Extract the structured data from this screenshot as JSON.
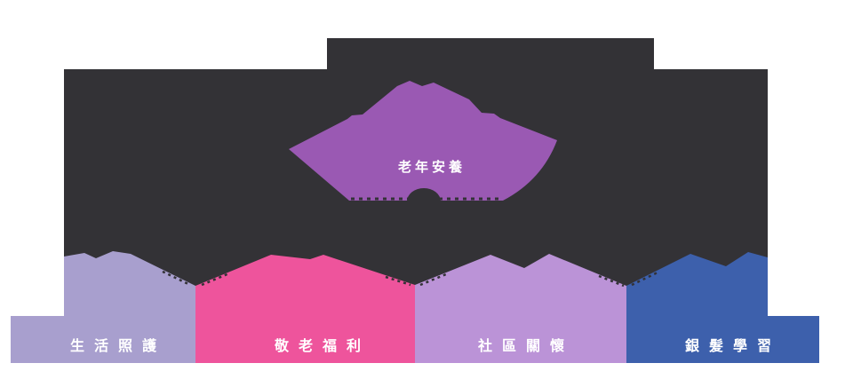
{
  "figure": {
    "title_hint": "elder-services mountain diagram",
    "background_color": "#333236",
    "text_color": "#ffffff",
    "main_category": {
      "label": "老年安養",
      "color": "#9A59B3"
    },
    "sub_categories": [
      {
        "label": "生活照護",
        "color": "#A89FCE"
      },
      {
        "label": "敬老福利",
        "color": "#EE549C"
      },
      {
        "label": "社區關懷",
        "color": "#BB93D7"
      },
      {
        "label": "銀髮學習",
        "color": "#3D60AC"
      }
    ]
  }
}
